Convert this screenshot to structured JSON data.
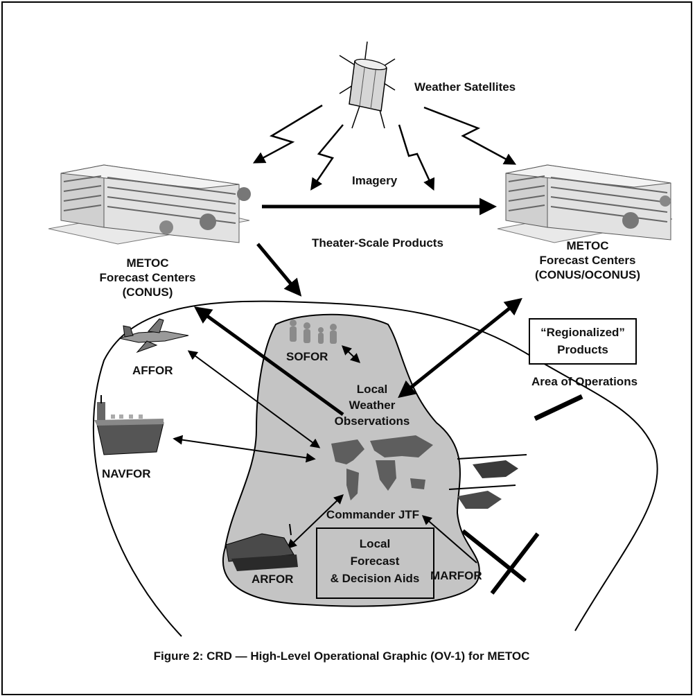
{
  "colors": {
    "line": "#000000",
    "area_fill": "#c4c4c4",
    "building": "#d8d8d8",
    "icon_dark": "#3a3a3a"
  },
  "satellite": {
    "label": "Weather Satellites",
    "icon": "satellite-icon"
  },
  "links": {
    "imagery": "Imagery",
    "theater_products": "Theater-Scale Products"
  },
  "centers": {
    "conus": {
      "line1": "METOC",
      "line2": "Forecast Centers",
      "line3": "(CONUS)",
      "icon": "building-icon"
    },
    "oconus": {
      "line1": "METOC",
      "line2": "Forecast Centers",
      "line3": "(CONUS/OCONUS)",
      "icon": "building-icon"
    }
  },
  "regionalized": {
    "line1": "“Regionalized”",
    "line2": "Products"
  },
  "area_of_operations": "Area of Operations",
  "forces": {
    "sofor": "SOFOR",
    "affor": "AFFOR",
    "navfor": "NAVFOR",
    "arfor": "ARFOR",
    "marfor": "MARFOR"
  },
  "observations": {
    "line1": "Local",
    "line2": "Weather",
    "line3": "Observations"
  },
  "commander": "Commander JTF",
  "forecast_box": {
    "line1": "Local",
    "line2": "Forecast",
    "line3": "& Decision Aids"
  },
  "caption": "Figure 2:  CRD — High-Level Operational Graphic (OV-1) for METOC"
}
